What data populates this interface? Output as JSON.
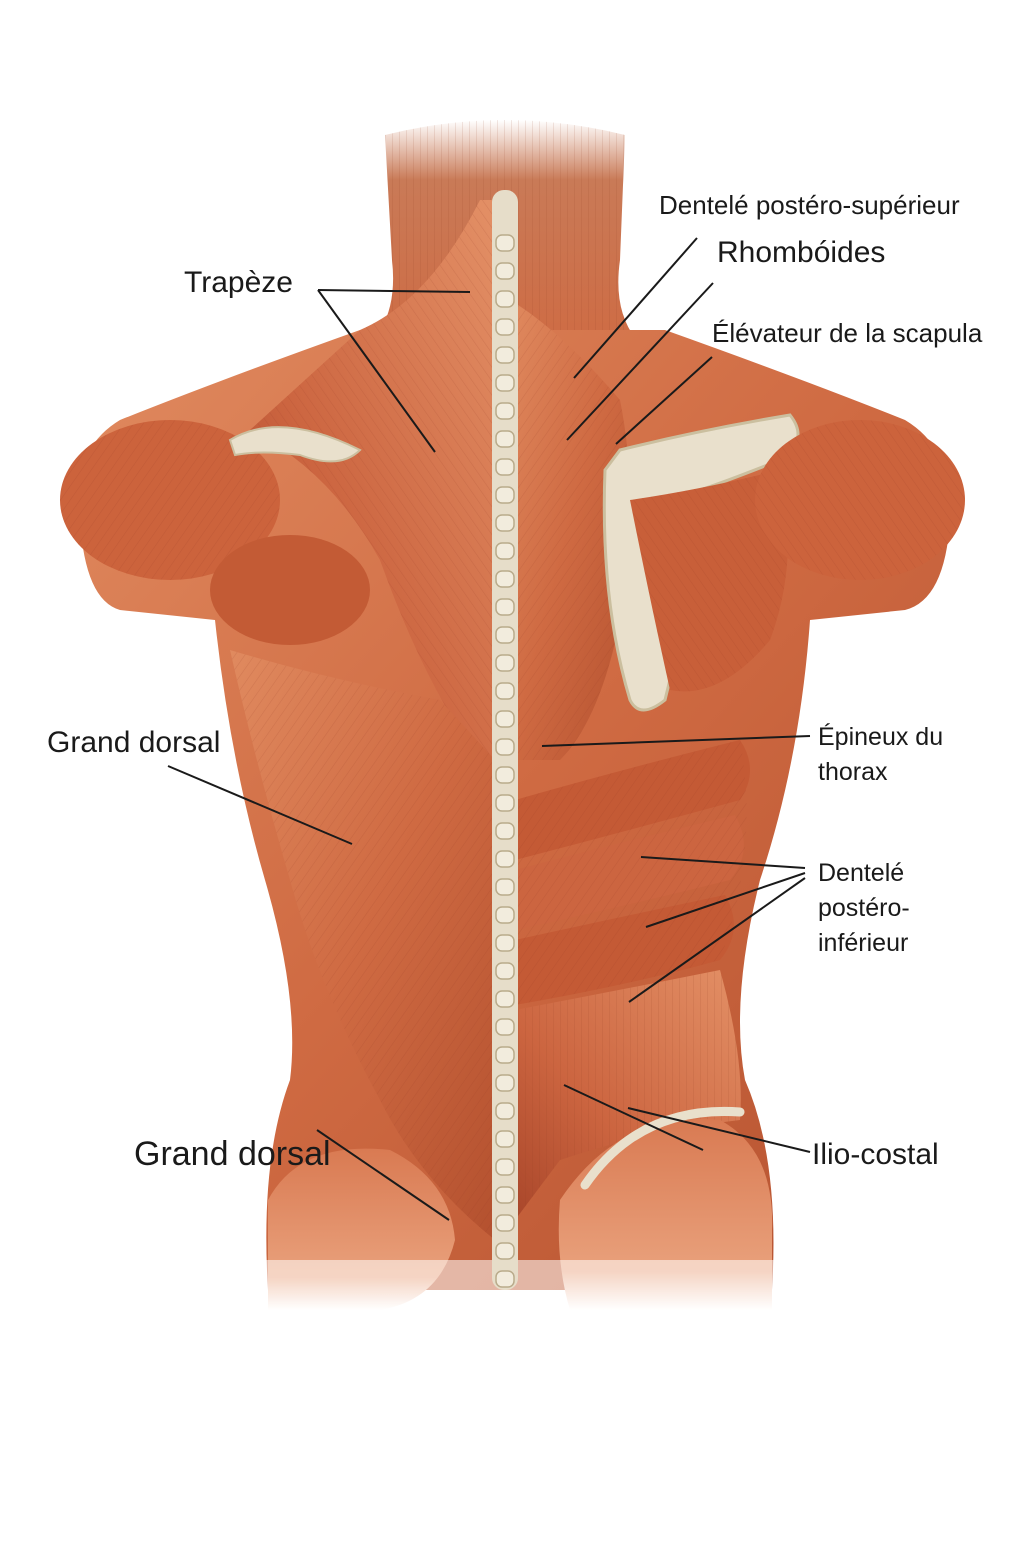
{
  "labels": {
    "trapeze": "Trapèze",
    "dentele_sup": "Dentelé postéro-supérieur",
    "rhomboides": "Rhombóides",
    "elevateur": "Élévateur de la scapula",
    "grand_dorsal_mid": "Grand dorsal",
    "epineux": "Épineux du thorax",
    "dentele_inf": "Dentelé postéro-inférieur",
    "ilio_costal": "Ilio-costal",
    "grand_dorsal_bottom": "Grand dorsal"
  },
  "colors": {
    "background": "#ffffff",
    "muscle": "#d1683f",
    "muscle_dark": "#a9462a",
    "muscle_light": "#e89a72",
    "bone": "#e6ddc9",
    "line": "#1a1a1a"
  }
}
